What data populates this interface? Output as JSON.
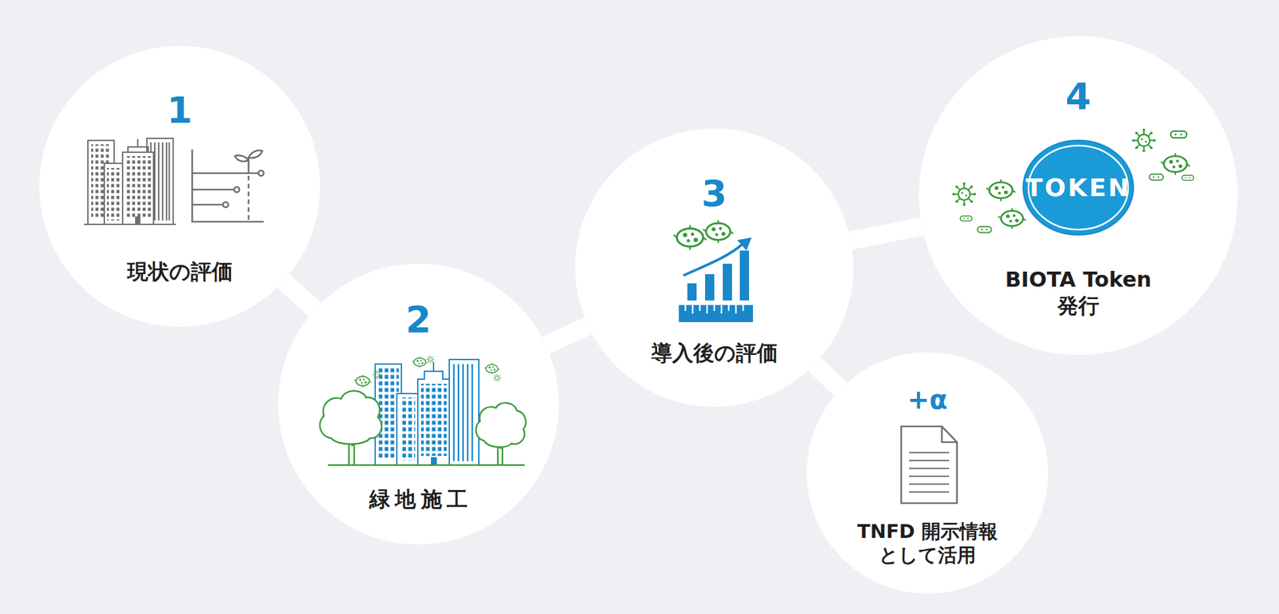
{
  "diagram": {
    "nodes": [
      {
        "text": [
          "1",
          "現状の評価"
        ]
      },
      {
        "text": [
          "2",
          "緑地施工"
        ]
      },
      {
        "text": [
          "3",
          "導入後の評価"
        ]
      },
      {
        "text": [
          "4",
          "BIOTA Token 発行"
        ]
      },
      {
        "text": [
          "+α",
          "TNFD 開示情報 として活用"
        ]
      }
    ],
    "edges": [
      {
        "from": 0,
        "to": 1,
        "arrow": "none"
      },
      {
        "from": 1,
        "to": 2,
        "arrow": "none"
      },
      {
        "from": 2,
        "to": 3,
        "arrow": "none"
      },
      {
        "from": 2,
        "to": 4,
        "arrow": "none"
      }
    ],
    "labels": [
      "TOKEN"
    ]
  }
}
